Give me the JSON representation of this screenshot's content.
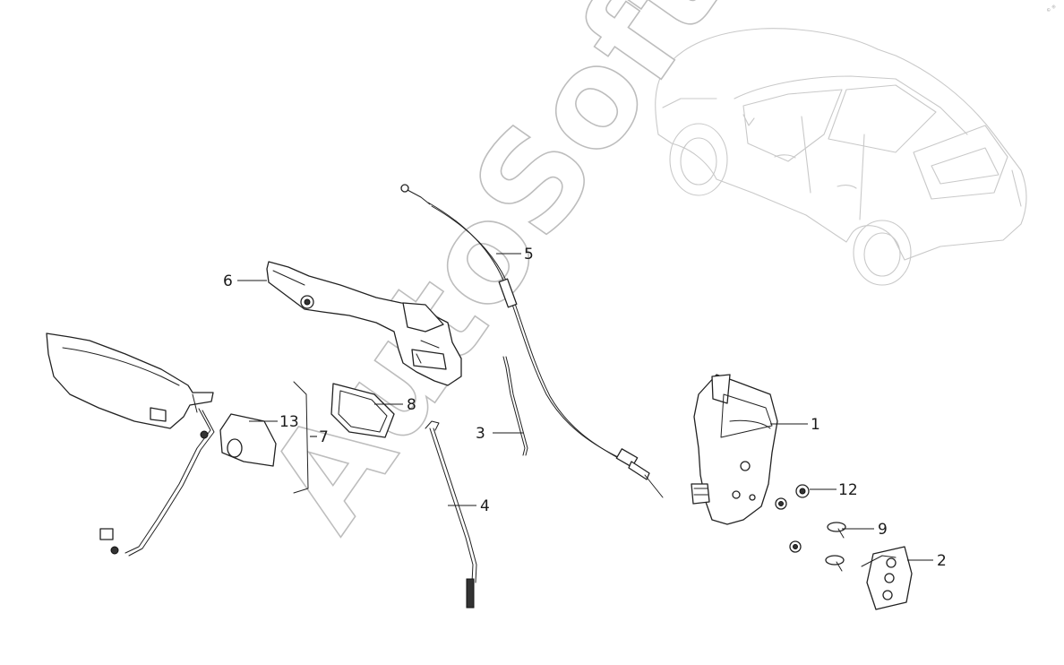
{
  "diagram": {
    "corner_mark": "© ®",
    "watermark": "AutoSoft",
    "callouts": [
      {
        "id": "1",
        "label": "1"
      },
      {
        "id": "2",
        "label": "2"
      },
      {
        "id": "3",
        "label": "3"
      },
      {
        "id": "4",
        "label": "4"
      },
      {
        "id": "5",
        "label": "5"
      },
      {
        "id": "6",
        "label": "6"
      },
      {
        "id": "7",
        "label": "7"
      },
      {
        "id": "8",
        "label": "8"
      },
      {
        "id": "9",
        "label": "9"
      },
      {
        "id": "12",
        "label": "12"
      },
      {
        "id": "13",
        "label": "13"
      }
    ]
  }
}
